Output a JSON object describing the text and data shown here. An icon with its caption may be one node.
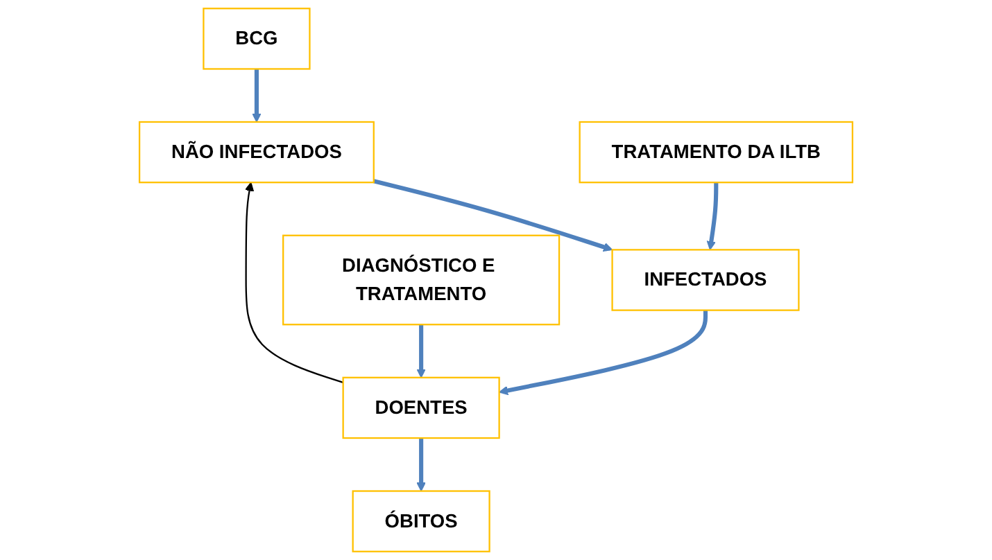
{
  "diagram": {
    "nodes": [
      {
        "text": [
          "BCG"
        ]
      },
      {
        "text": [
          "NÃO INFECTADOS"
        ]
      },
      {
        "text": [
          "TRATAMENTO DA ILTB"
        ]
      },
      {
        "text": [
          "INFECTADOS"
        ]
      },
      {
        "text": [
          "DIAGNÓSTICO E TRATAMENTO"
        ]
      },
      {
        "text": [
          "DOENTES"
        ]
      },
      {
        "text": [
          "ÓBITOS"
        ]
      }
    ],
    "edges": [
      {
        "from": 0,
        "to": 1,
        "arrow": "to"
      },
      {
        "from": 1,
        "to": 3,
        "arrow": "to"
      },
      {
        "from": 2,
        "to": 3,
        "arrow": "to"
      },
      {
        "from": 3,
        "to": 5,
        "arrow": "to"
      },
      {
        "from": 4,
        "to": 5,
        "arrow": "to"
      },
      {
        "from": 5,
        "to": 6,
        "arrow": "to"
      },
      {
        "from": 5,
        "to": 1,
        "arrow": "to",
        "color": "#000000"
      }
    ]
  }
}
